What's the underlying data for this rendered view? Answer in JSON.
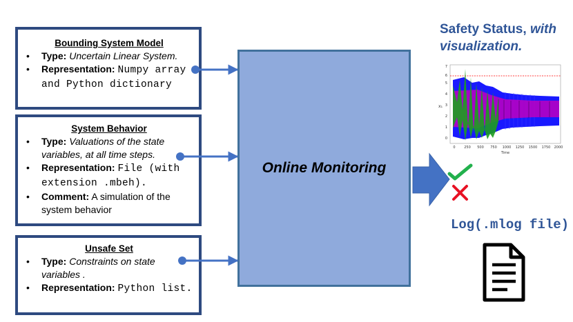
{
  "boxes": {
    "bounding": {
      "title": "Bounding System Model",
      "items": [
        {
          "key": "Type:",
          "value": "Uncertain Linear System."
        },
        {
          "key": "Representation:",
          "value": "Numpy array and Python dictionary"
        }
      ]
    },
    "behavior": {
      "title": "System Behavior",
      "items": [
        {
          "key": "Type:",
          "value": "Valuations of the state variables, at all time steps."
        },
        {
          "key": "Representation:",
          "value": "File (with extension .mbeh)."
        },
        {
          "key": "Comment:",
          "value": "A simulation of the system behavior"
        }
      ]
    },
    "unsafe": {
      "title": "Unsafe Set",
      "items": [
        {
          "key": "Type:",
          "value": "Constraints on state variables ."
        },
        {
          "key": "Representation:",
          "value": "Python list."
        }
      ]
    }
  },
  "main": {
    "label": "Online Monitoring"
  },
  "safety": {
    "title_plain": "Safety Status, ",
    "title_italic": "with visualization."
  },
  "log": {
    "label": "Log(.mlog file)"
  },
  "plot": {
    "xlabel": "Time",
    "ylabel": "x₁",
    "x_ticks": [
      "0",
      "250",
      "500",
      "750",
      "1000",
      "1250",
      "1500",
      "1750",
      "2000"
    ],
    "y_ticks": [
      "0",
      "1",
      "2",
      "3",
      "4",
      "5",
      "6",
      "7"
    ]
  },
  "colors": {
    "box_border": "#2E4A80",
    "main_fill": "#8FAADC",
    "arrow": "#4472C4",
    "check": "#22B14C",
    "cross": "#E81123",
    "title_blue": "#2F5597",
    "plot_blue": "#0000FF",
    "plot_green": "#1E9E1E",
    "plot_magenta": "#C000C0",
    "unsafe_line": "#FF0000"
  },
  "icons": [
    "check-icon",
    "cross-icon",
    "document-icon"
  ]
}
